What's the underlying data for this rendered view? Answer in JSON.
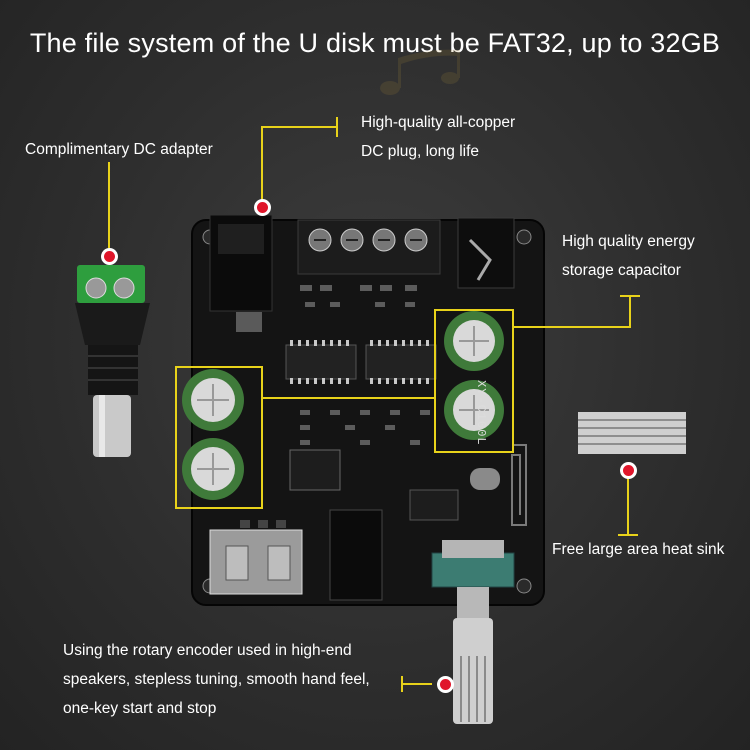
{
  "headline": "The file system of the U disk must be FAT32, up to 32GB",
  "callouts": {
    "dc_adapter": {
      "text": "Complimentary DC adapter",
      "icon": "dc-adapter-icon"
    },
    "dc_plug": {
      "lines": [
        "High-quality all-copper",
        "DC plug, long life"
      ]
    },
    "capacitor": {
      "lines": [
        "High quality energy",
        "storage capacitor"
      ]
    },
    "heat_sink": {
      "text": "Free large area heat sink",
      "icon": "heat-sink-icon"
    },
    "encoder": {
      "lines": [
        "Using the rotary encoder used in high-end",
        "speakers, stepless tuning, smooth hand feel,",
        "one-key start and stop"
      ]
    }
  },
  "board": {
    "model_label": "XY-C100L"
  },
  "colors": {
    "background": "#2e2e2e",
    "callout_line": "#e8d21a",
    "marker": "#e0162b",
    "pcb": "#161616",
    "capacitor": "#3f7a3a"
  }
}
